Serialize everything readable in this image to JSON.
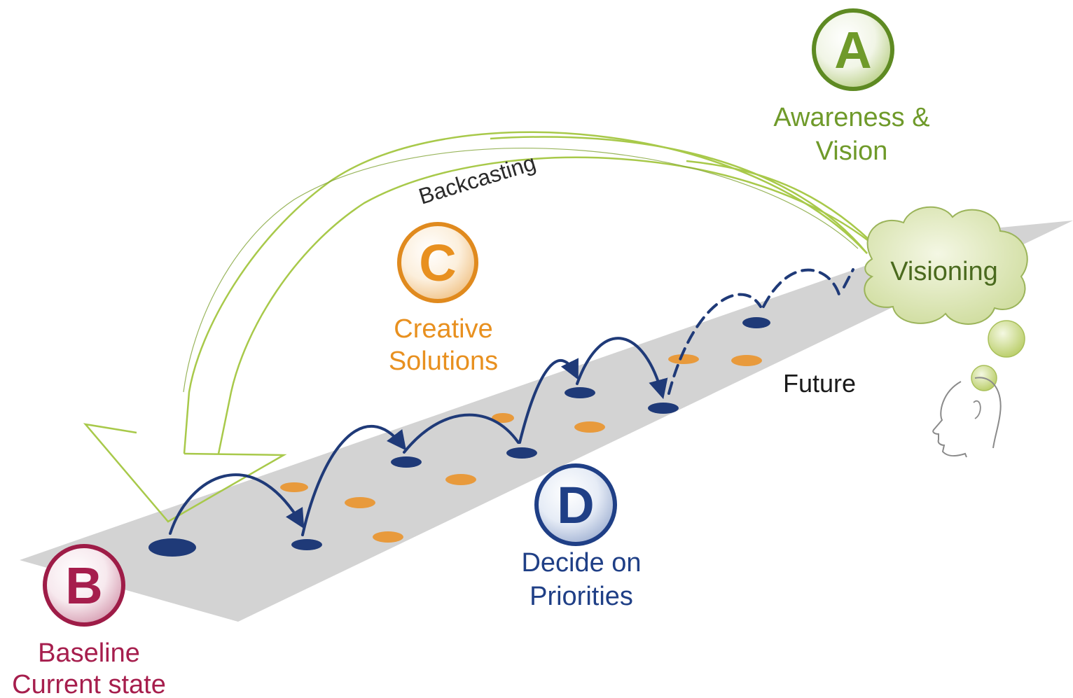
{
  "steps": {
    "a": {
      "letter": "A",
      "line1": "Awareness &",
      "line2": "Vision",
      "color": "#6f9a2a"
    },
    "b": {
      "letter": "B",
      "line1": "Baseline",
      "line2": "Current state",
      "color": "#a61e4d"
    },
    "c": {
      "letter": "C",
      "line1": "Creative",
      "line2": "Solutions",
      "color": "#e8901f"
    },
    "d": {
      "letter": "D",
      "line1": "Decide on",
      "line2": "Priorities",
      "color": "#1f3f86"
    }
  },
  "labels": {
    "backcasting": "Backcasting",
    "visioning": "Visioning",
    "future": "Future"
  },
  "colors": {
    "path": "#cdcdcd",
    "step_dot": "#1f3a78",
    "option_dot": "#e89a3c",
    "arrow_outline": "#a8c94a",
    "cloud_fill": "#dfe8b8",
    "cloud_stroke": "#9bb45a"
  }
}
